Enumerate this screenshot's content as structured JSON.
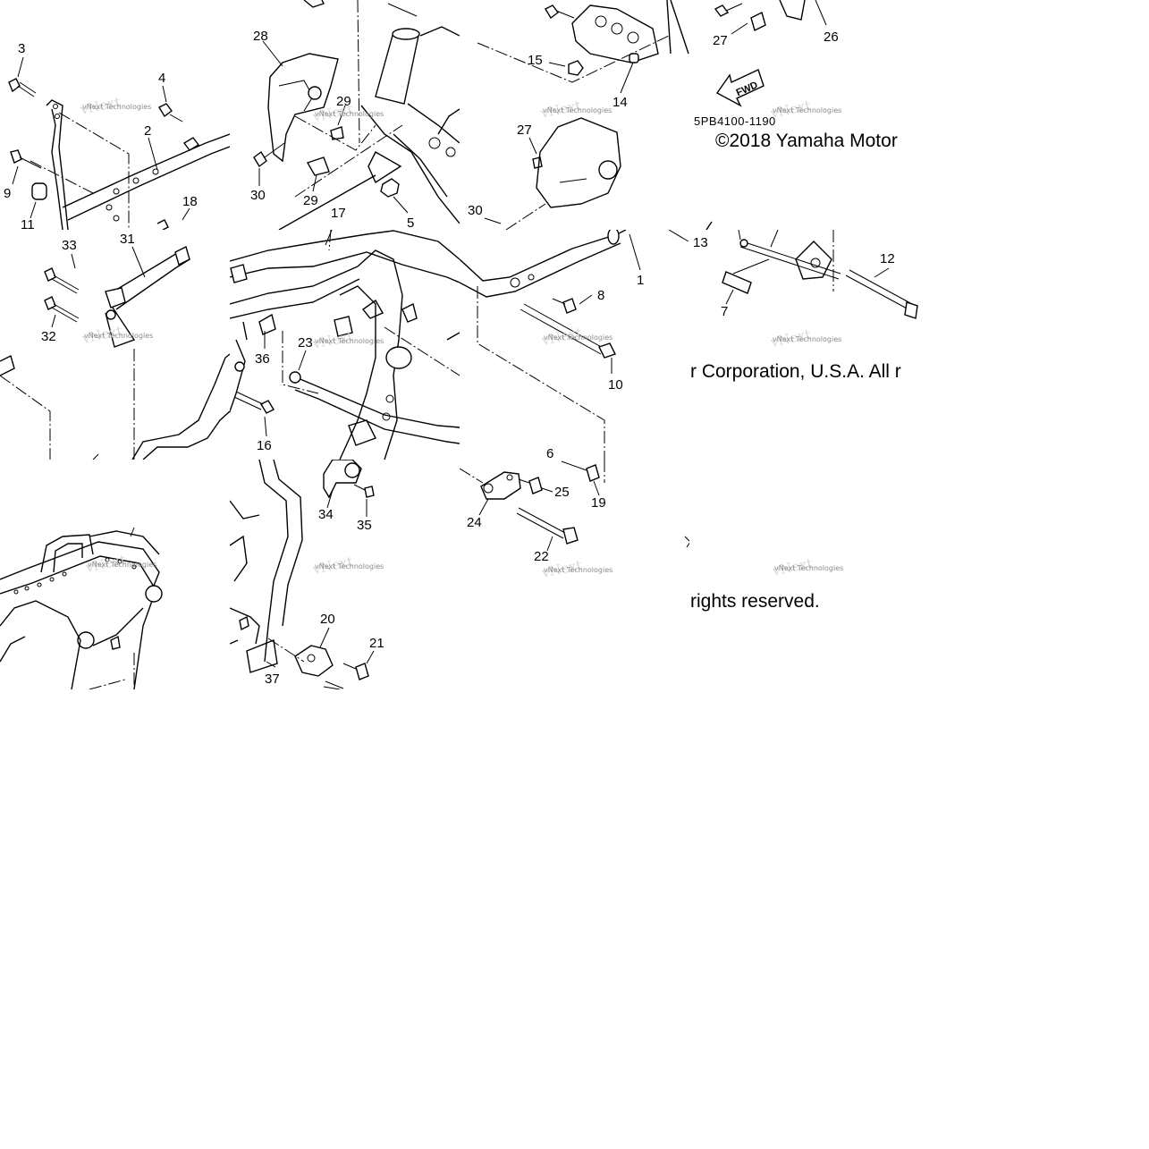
{
  "diagram": {
    "part_code": "5PB4100-1190",
    "copyright_lines": [
      "©2018 Yamaha Motor",
      "r Corporation, U.S.A. All r",
      "rights reserved."
    ],
    "direction_arrow_label": "FWD",
    "watermark_text": "vNext Technologies",
    "callouts": [
      {
        "id": "3",
        "label": "3"
      },
      {
        "id": "4",
        "label": "4"
      },
      {
        "id": "2",
        "label": "2"
      },
      {
        "id": "9",
        "label": "9"
      },
      {
        "id": "11",
        "label": "11"
      },
      {
        "id": "18",
        "label": "18"
      },
      {
        "id": "33",
        "label": "33"
      },
      {
        "id": "31",
        "label": "31"
      },
      {
        "id": "32",
        "label": "32"
      },
      {
        "id": "28",
        "label": "28"
      },
      {
        "id": "29a",
        "label": "29"
      },
      {
        "id": "30a",
        "label": "30"
      },
      {
        "id": "29b",
        "label": "29"
      },
      {
        "id": "17",
        "label": "17"
      },
      {
        "id": "5",
        "label": "5"
      },
      {
        "id": "36",
        "label": "36"
      },
      {
        "id": "23",
        "label": "23"
      },
      {
        "id": "16",
        "label": "16"
      },
      {
        "id": "15",
        "label": "15"
      },
      {
        "id": "14",
        "label": "14"
      },
      {
        "id": "27a",
        "label": "27"
      },
      {
        "id": "30b",
        "label": "30"
      },
      {
        "id": "8",
        "label": "8"
      },
      {
        "id": "1",
        "label": "1"
      },
      {
        "id": "10",
        "label": "10"
      },
      {
        "id": "27b",
        "label": "27"
      },
      {
        "id": "26",
        "label": "26"
      },
      {
        "id": "13",
        "label": "13"
      },
      {
        "id": "12",
        "label": "12"
      },
      {
        "id": "7",
        "label": "7"
      },
      {
        "id": "34",
        "label": "34"
      },
      {
        "id": "35",
        "label": "35"
      },
      {
        "id": "6",
        "label": "6"
      },
      {
        "id": "25",
        "label": "25"
      },
      {
        "id": "19",
        "label": "19"
      },
      {
        "id": "24",
        "label": "24"
      },
      {
        "id": "22",
        "label": "22"
      },
      {
        "id": "20",
        "label": "20"
      },
      {
        "id": "21",
        "label": "21"
      },
      {
        "id": "37",
        "label": "37"
      }
    ]
  }
}
